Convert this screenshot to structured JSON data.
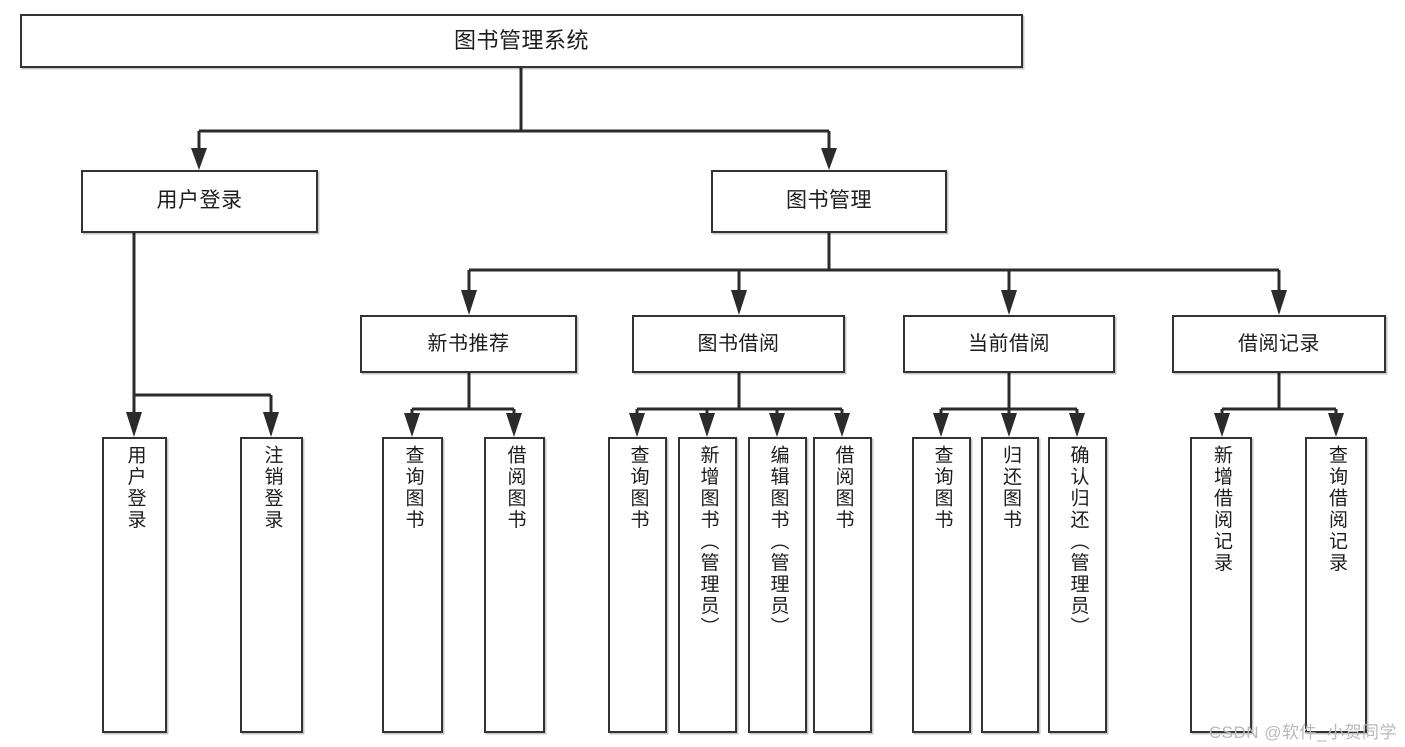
{
  "diagram": {
    "title": "图书管理系统",
    "type": "tree",
    "background_color": "#ffffff",
    "box_border_color": "#333333",
    "connector_color": "#2b2b2b",
    "text_color": "#1c1c1c"
  },
  "nodes": {
    "root": {
      "label": "图书管理系统"
    },
    "level1": [
      {
        "label": "用户登录"
      },
      {
        "label": "图书管理"
      }
    ],
    "level2": [
      {
        "label": "新书推荐"
      },
      {
        "label": "图书借阅"
      },
      {
        "label": "当前借阅"
      },
      {
        "label": "借阅记录"
      }
    ],
    "leaves": [
      {
        "label": "用户登录"
      },
      {
        "label": "注销登录"
      },
      {
        "label": "查询图书"
      },
      {
        "label": "借阅图书"
      },
      {
        "label": "查询图书"
      },
      {
        "label": "新增图书（管理员）"
      },
      {
        "label": "编辑图书（管理员）"
      },
      {
        "label": "借阅图书"
      },
      {
        "label": "查询图书"
      },
      {
        "label": "归还图书"
      },
      {
        "label": "确认归还（管理员）"
      },
      {
        "label": "新增借阅记录"
      },
      {
        "label": "查询借阅记录"
      }
    ]
  },
  "watermark": {
    "text": "CSDN @软件_小贺同学"
  }
}
